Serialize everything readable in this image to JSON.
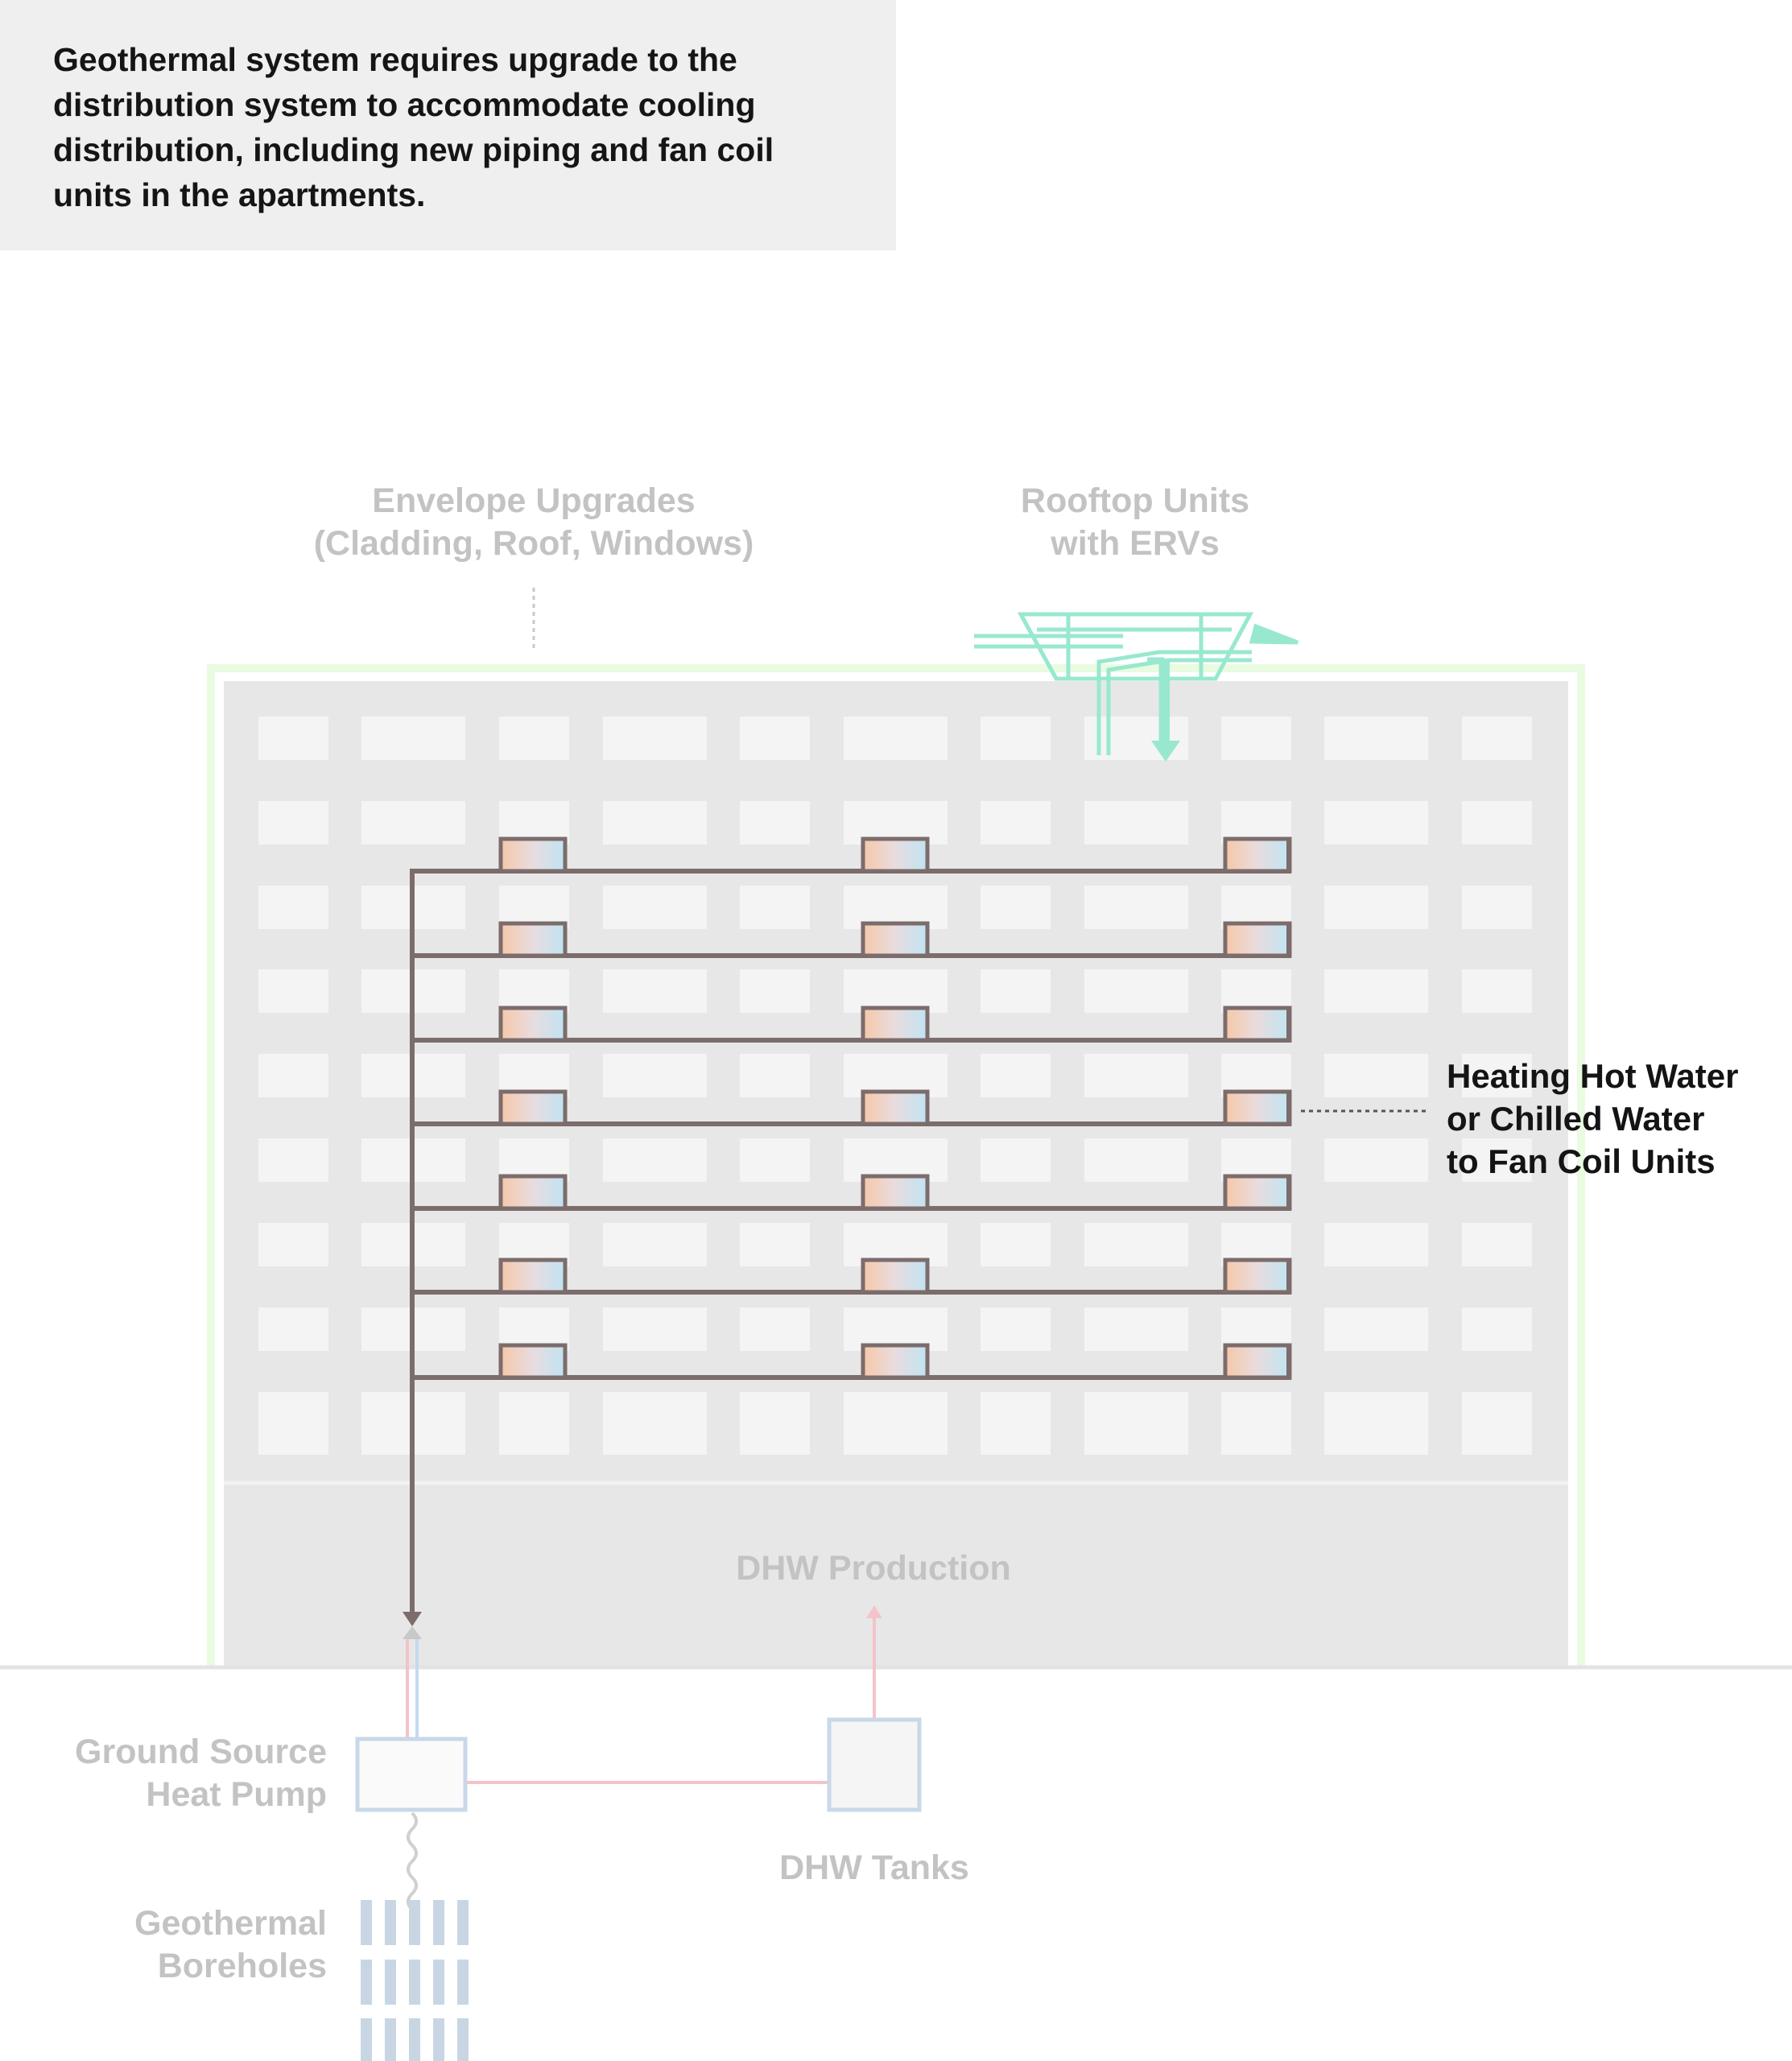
{
  "callout": {
    "text": "Geothermal system requires upgrade to the distribution system to accommodate cooling distribution, including new piping and fan coil units in the apartments."
  },
  "labels": {
    "envelope": [
      "Envelope Upgrades",
      "(Cladding, Roof, Windows)"
    ],
    "rooftop": [
      "Rooftop Units",
      "with ERVs"
    ],
    "distribution": [
      "Heating Hot Water",
      "or Chilled Water",
      "to Fan Coil Units"
    ],
    "dhw_production": "DHW Production",
    "gshp": [
      "Ground Source",
      "Heat Pump"
    ],
    "dhw_tanks": "DHW Tanks",
    "boreholes": [
      "Geothermal",
      "Boreholes"
    ]
  },
  "colors": {
    "pipe": "#7c6c6c",
    "building": "#e7e7e7",
    "window": "#f4f4f4",
    "envelope_outline": "#e9fbe0",
    "erv": "#98e8d0",
    "hot_line": "#f4c3c9",
    "cold_line": "#c5daf0",
    "equipment_stroke": "#c8d8e8",
    "borehole": "#c8d6e4"
  },
  "icons": {
    "fan_coil": "fan-coil-unit-icon",
    "rooftop": "rooftop-erv-unit-icon",
    "heat_pump": "heat-pump-box-icon",
    "tanks": "dhw-tank-box-icon",
    "boreholes": "borehole-field-icon"
  }
}
